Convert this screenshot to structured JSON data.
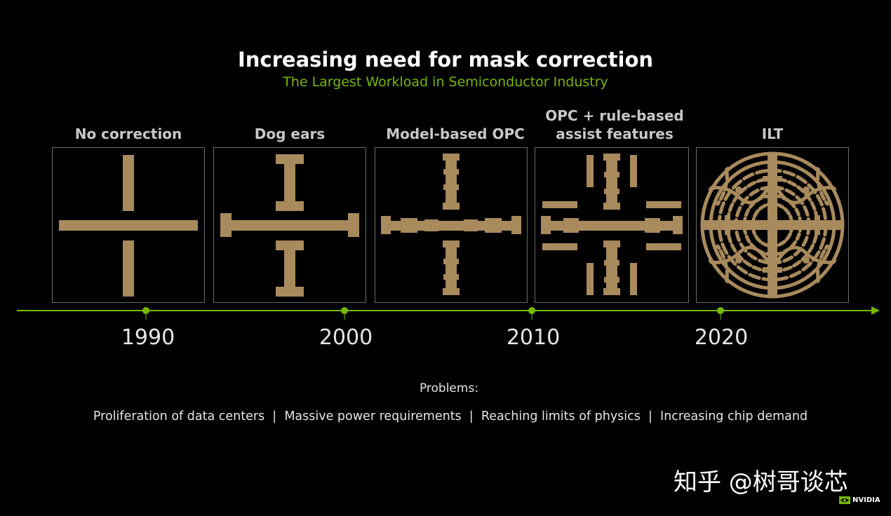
{
  "header": {
    "title": "Increasing need for mask correction",
    "subtitle": "The Largest Workload in Semiconductor Industry"
  },
  "stages": [
    {
      "label": "No correction"
    },
    {
      "label": "Dog ears"
    },
    {
      "label": "Model-based OPC"
    },
    {
      "label": "OPC + rule-based\nassist features"
    },
    {
      "label": "ILT"
    }
  ],
  "timeline": {
    "years": [
      "1990",
      "2000",
      "2010",
      "2020"
    ]
  },
  "problems": {
    "label": "Problems:",
    "items": [
      "Proliferation of data centers",
      "Massive power requirements",
      "Reaching limits of physics",
      "Increasing chip demand"
    ],
    "text": "Proliferation of data centers  |  Massive power requirements  |  Reaching limits of physics  |  Increasing chip demand"
  },
  "watermark": "知乎 @树哥谈芯",
  "logo": {
    "text": "NVIDIA",
    "icon": "nvidia-eye-icon"
  },
  "colors": {
    "accent": "#76b900",
    "mask": "#a88a5c",
    "background": "#000000"
  }
}
